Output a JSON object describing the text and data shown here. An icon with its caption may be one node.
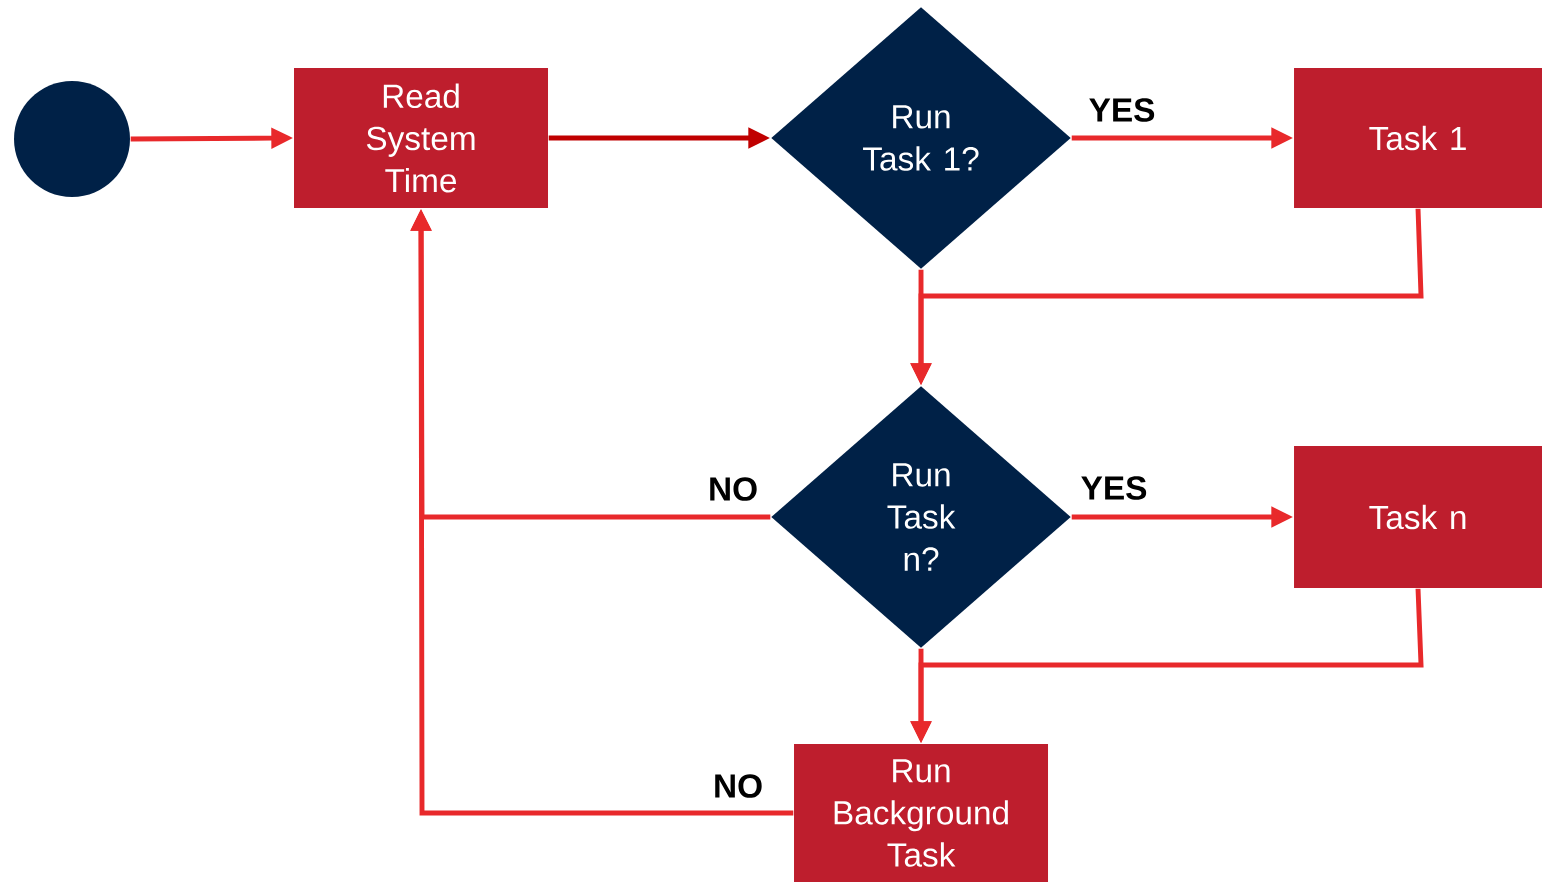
{
  "diagram": {
    "nodes": [
      {
        "text": [],
        "shape": "circle"
      },
      {
        "text": [
          "Read System Time"
        ]
      },
      {
        "text": [
          "Run Task 1?"
        ]
      },
      {
        "text": [
          "Task 1"
        ]
      },
      {
        "text": [
          "Run Task n?"
        ]
      },
      {
        "text": [
          "Task n"
        ]
      },
      {
        "text": [
          "Run Background Task"
        ]
      }
    ],
    "edges": [
      {
        "from": 0,
        "to": 1,
        "arrow": "to"
      },
      {
        "from": 1,
        "to": 2,
        "arrow": "to",
        "color": "#c00000"
      },
      {
        "from": 2,
        "to": 3,
        "arrow": "to",
        "label": "YES"
      },
      {
        "from": 2,
        "to": 4,
        "arrow": "to"
      },
      {
        "from": 3,
        "to": 4,
        "arrow": "to"
      },
      {
        "from": 4,
        "to": 5,
        "arrow": "to",
        "label": "YES"
      },
      {
        "from": 4,
        "to": 1,
        "arrow": "to",
        "label": "NO"
      },
      {
        "from": 4,
        "to": 6,
        "arrow": "to"
      },
      {
        "from": 5,
        "to": 6,
        "arrow": "to"
      },
      {
        "from": 6,
        "to": 1,
        "arrow": "to",
        "label": "NO"
      }
    ]
  }
}
